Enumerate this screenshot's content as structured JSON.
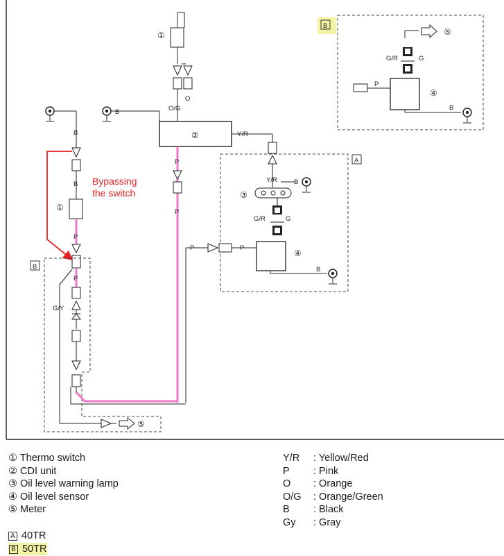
{
  "annotation": {
    "line1": "Bypassing",
    "line2": "the switch",
    "color": "#e52222"
  },
  "highlight_color": "#f3f3a4",
  "bypass_wire_color": "#ee79c8",
  "wire_labels": {
    "b": "B",
    "p": "P",
    "o": "O",
    "og": "O/G",
    "yr": "Y/R",
    "gr": "G/R",
    "g": "G",
    "gy": "G/Y"
  },
  "markers": {
    "thermo": "①",
    "cdi": "②",
    "lamp": "③",
    "sensor": "④",
    "meter": "⑤",
    "variant_a": "A",
    "variant_b": "B"
  },
  "legend_components": [
    {
      "num": "①",
      "label": "Thermo switch"
    },
    {
      "num": "②",
      "label": "CDI unit"
    },
    {
      "num": "③",
      "label": "Oil level warning lamp"
    },
    {
      "num": "④",
      "label": "Oil level sensor"
    },
    {
      "num": "⑤",
      "label": "Meter"
    }
  ],
  "legend_colors": [
    {
      "code": "Y/R",
      "label": ": Yellow/Red"
    },
    {
      "code": "P",
      "label": ": Pink"
    },
    {
      "code": "O",
      "label": ": Orange"
    },
    {
      "code": "O/G",
      "label": ": Orange/Green"
    },
    {
      "code": "B",
      "label": ": Black"
    },
    {
      "code": "Gy",
      "label": ": Gray"
    }
  ],
  "variants": [
    {
      "box": "A",
      "label": "40TR",
      "highlight": false
    },
    {
      "box": "B",
      "label": "50TR",
      "highlight": true
    }
  ]
}
